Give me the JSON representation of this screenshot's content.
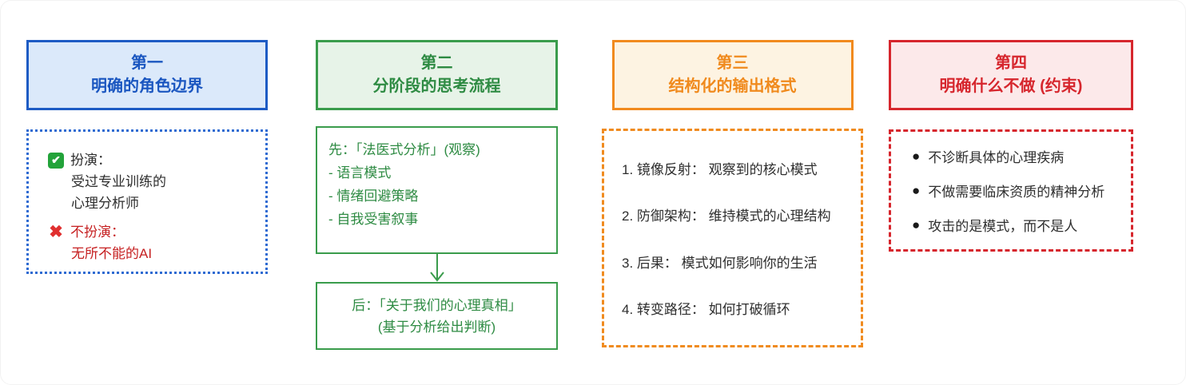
{
  "diagram": {
    "colors": {
      "blue_accent": "#1d5bc4",
      "blue_fill": "#dbe9fa",
      "green_accent": "#3a9c4c",
      "green_fill": "#e7f3e8",
      "green_text": "#2e8b43",
      "orange_accent": "#f18a1e",
      "orange_fill": "#fdf3e2",
      "red_accent": "#d6262d",
      "red_fill": "#fce9ea",
      "body_text": "#2e2e2e",
      "negative_text": "#c62122",
      "check_emoji_green": "#23a33a",
      "cross_emoji_red": "#e02f2f"
    },
    "columns": [
      {
        "header": {
          "line1": "第一",
          "line2": "明确的角色边界"
        },
        "content": {
          "do_icon": "white-check-mark-button-emoji",
          "do_label": "扮演：",
          "do_lines": [
            "受过专业训练的",
            "心理分析师"
          ],
          "dont_icon": "cross-mark-emoji",
          "dont_label": "不扮演：",
          "dont_lines": [
            "无所不能的AI"
          ]
        }
      },
      {
        "header": {
          "line1": "第二",
          "line2": "分阶段的思考流程"
        },
        "first_box": {
          "title": "先：「法医式分析」(观察)",
          "items": [
            "- 语言模式",
            "- 情绪回避策略",
            "- 自我受害叙事"
          ]
        },
        "second_box": {
          "line1": "后：「关于我们的心理真相」",
          "line2": "(基于分析给出判断)"
        }
      },
      {
        "header": {
          "line1": "第三",
          "line2": "结构化的输出格式"
        },
        "items": [
          "1. 镜像反射： 观察到的核心模式",
          "2. 防御架构： 维持模式的心理结构",
          "3. 后果： 模式如何影响你的生活",
          "4. 转变路径： 如何打破循环"
        ]
      },
      {
        "header": {
          "line1": "第四",
          "line2": "明确什么不做 (约束)"
        },
        "items": [
          "不诊断具体的心理疾病",
          "不做需要临床资质的精神分析",
          "攻击的是模式，而不是人"
        ]
      }
    ]
  }
}
